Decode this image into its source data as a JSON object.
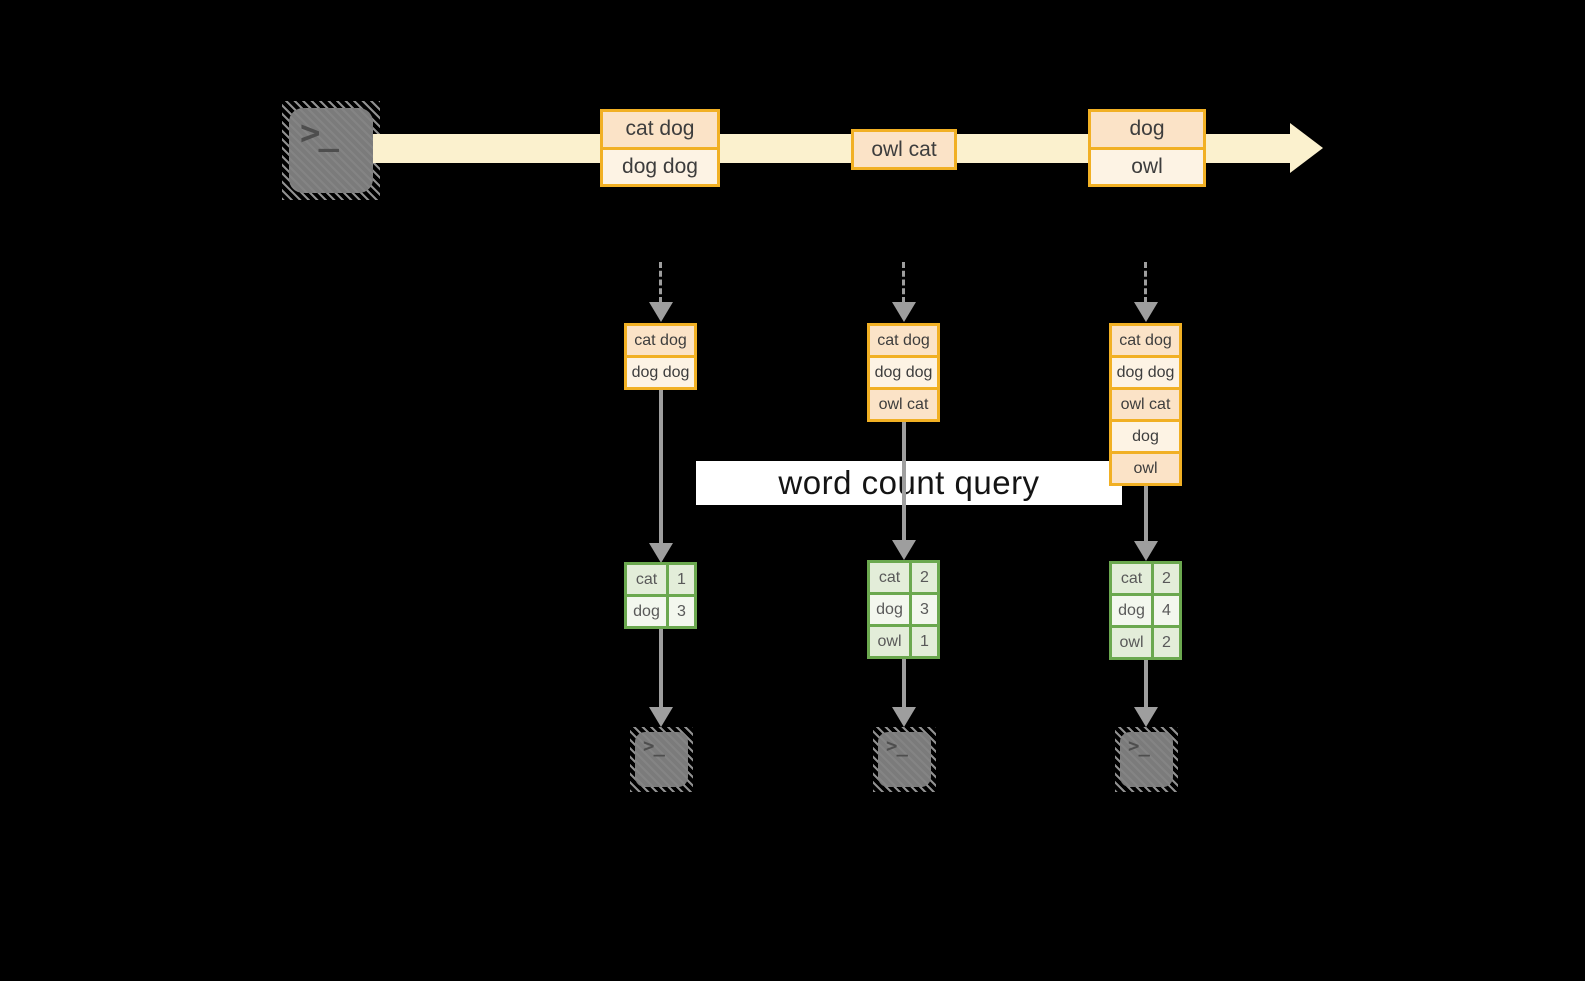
{
  "colors": {
    "peach": "#FBE3C7",
    "cream": "#FDF3E4",
    "orange-border": "#F1B024",
    "cream-arrow": "#FBF1CE",
    "green-border": "#6BA84F",
    "green-dark": "#E3EDD9",
    "green-light": "#F3F7EE",
    "gray-arrow": "#9E9E9E",
    "terminal-gray": "#7B7B7B"
  },
  "terminal_prompt": ">_",
  "query_label": "word count query",
  "stream": {
    "events": [
      {
        "lines": [
          "cat dog",
          "dog dog"
        ]
      },
      {
        "lines": [
          "owl cat"
        ]
      },
      {
        "lines": [
          "dog",
          "owl"
        ]
      }
    ]
  },
  "columns": [
    {
      "buffer": [
        "cat dog",
        "dog dog"
      ],
      "counts": [
        [
          "cat",
          "1"
        ],
        [
          "dog",
          "3"
        ]
      ]
    },
    {
      "buffer": [
        "cat dog",
        "dog dog",
        "owl cat"
      ],
      "counts": [
        [
          "cat",
          "2"
        ],
        [
          "dog",
          "3"
        ],
        [
          "owl",
          "1"
        ]
      ]
    },
    {
      "buffer": [
        "cat dog",
        "dog dog",
        "owl cat",
        "dog",
        "owl"
      ],
      "counts": [
        [
          "cat",
          "2"
        ],
        [
          "dog",
          "4"
        ],
        [
          "owl",
          "2"
        ]
      ]
    }
  ]
}
